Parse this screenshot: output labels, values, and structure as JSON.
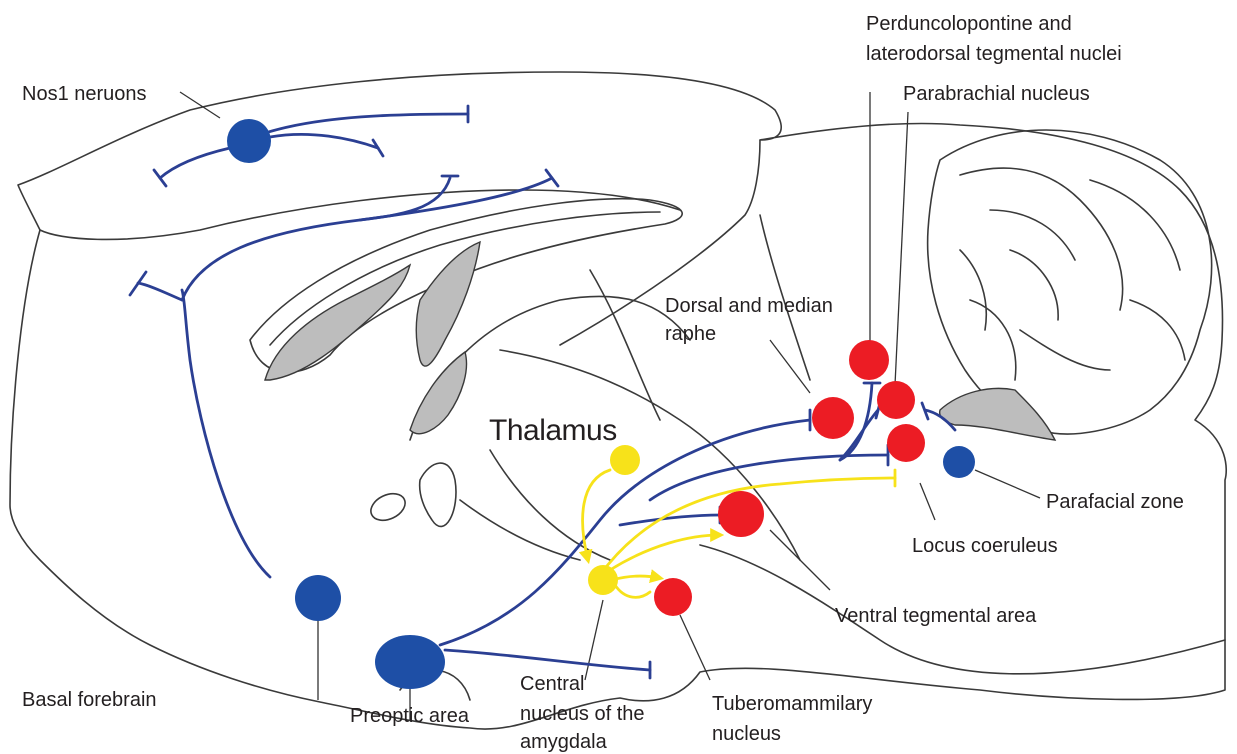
{
  "labels": {
    "nos1": "Nos1 neruons",
    "ppt_line1": "Perduncolopontine and",
    "ppt_line2": "laterodorsal tegmental nuclei",
    "parabrachial": "Parabrachial nucleus",
    "dorsal_line1": "Dorsal and median",
    "dorsal_line2": "raphe",
    "thalamus": "Thalamus",
    "parafacial": "Parafacial zone",
    "locus": "Locus coeruleus",
    "vta": "Ventral tegmental area",
    "basal": "Basal forebrain",
    "preoptic": "Preoptic area",
    "cna_line1": "Central",
    "cna_line2": "nucleus of the",
    "cna_line3": "amygdala",
    "tmn_line1": "Tuberomammilary",
    "tmn_line2": "nucleus"
  },
  "colors": {
    "inhibitory_blue": "#2b3f93",
    "gaba_nucleus_blue": "#1e4fa6",
    "excitatory_red": "#ec1c24",
    "thalamic_yellow": "#f7e21a",
    "ventricle_gray": "#bdbdbd"
  }
}
